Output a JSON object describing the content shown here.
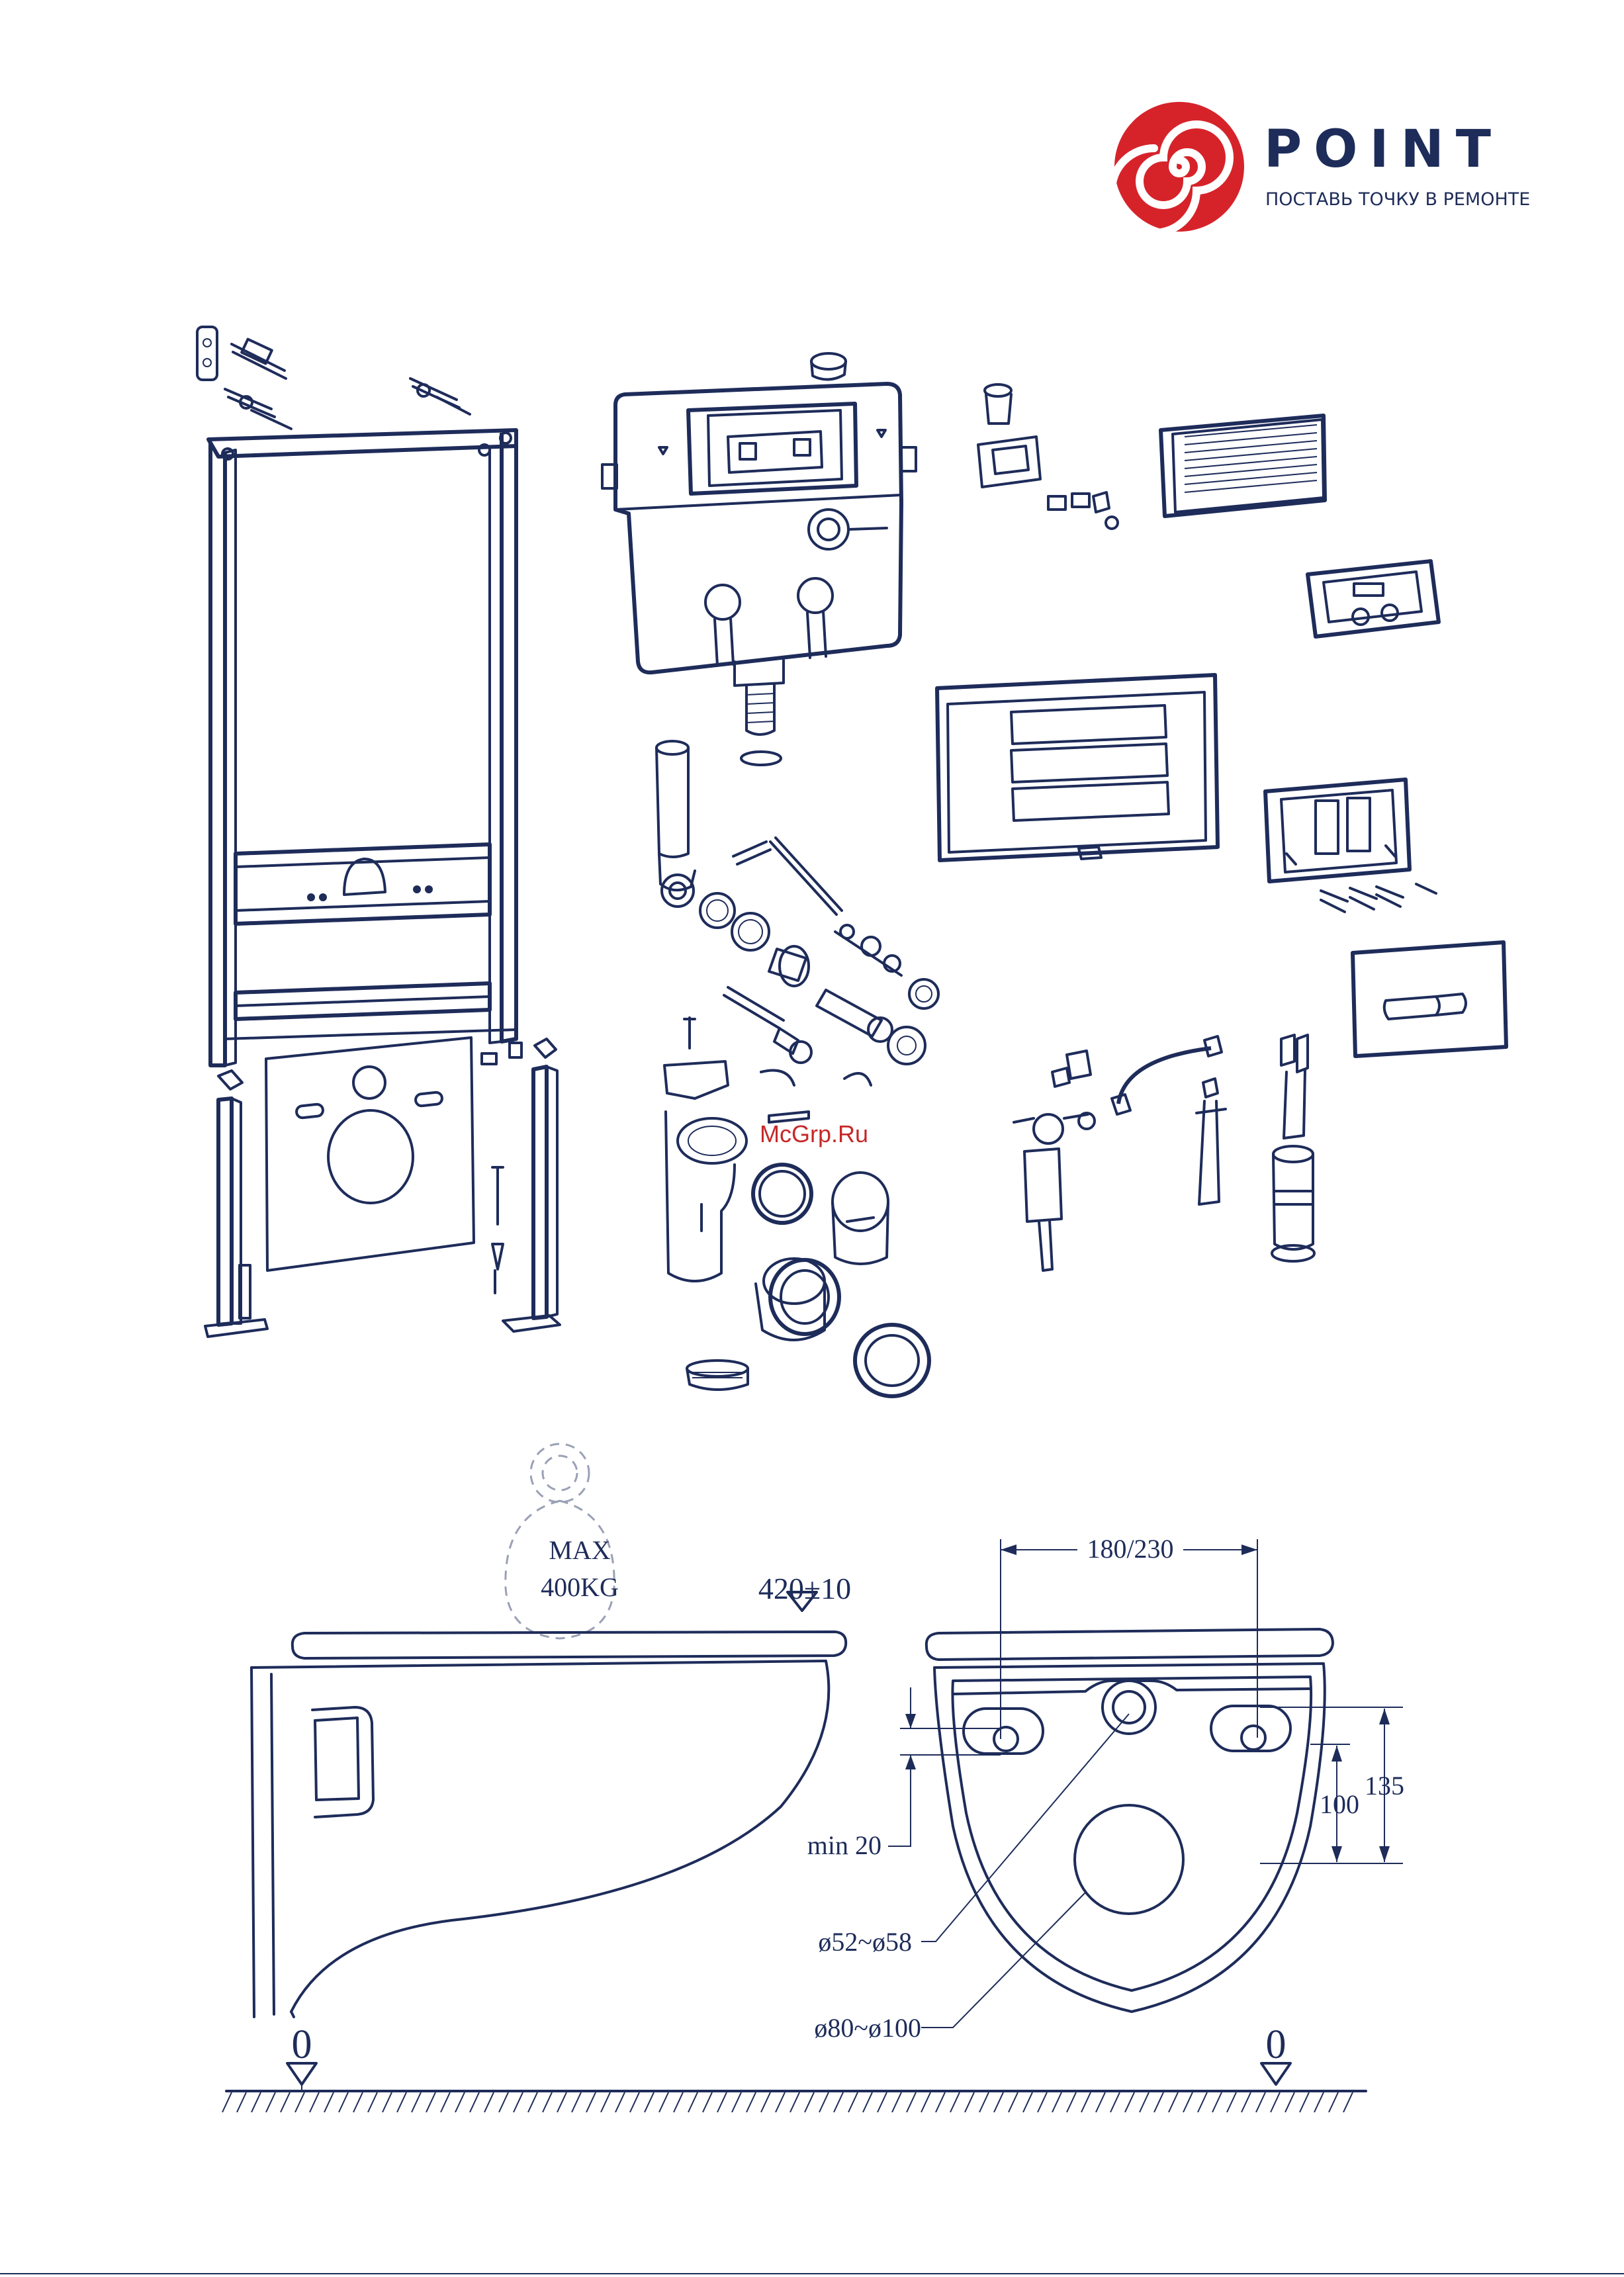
{
  "brand": {
    "name": "POINT",
    "tagline": "ПОСТАВЬ ТОЧКУ В РЕМОНТЕ",
    "color_red": "#d6232a",
    "color_navy": "#1e2c5a"
  },
  "watermark": "McGrp.Ru",
  "dimensions": {
    "max_load_line1": "MAX",
    "max_load_line2": "400KG",
    "seat_height": "420±10",
    "stud_spacing": "180/230",
    "dim_135": "135",
    "dim_100": "100",
    "min_clearance": "min 20",
    "pipe_small": "ø52~ø58",
    "pipe_large": "ø80~ø100",
    "floor_zero_left": "0",
    "floor_zero_right": "0"
  }
}
